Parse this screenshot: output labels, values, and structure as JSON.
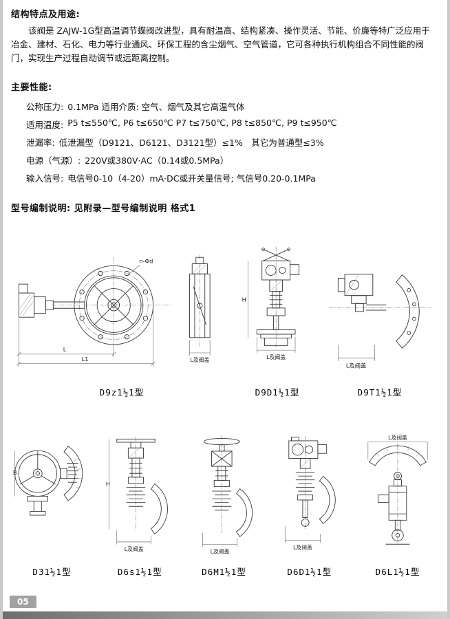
{
  "page_number": "05",
  "sections": {
    "features": {
      "title": "结构特点及用途:",
      "body": "该阀是 ZAJW-1G型高温调节蝶阀改进型，具有耐温高、结构紧凑、操作灵活、节能、价廉等特广泛应用于冶金、建材、石化、电力等行业通风、环保工程的含尘烟气、空气管道，它可各种执行机构组合不同性能的阀门，实现生产过程自动调节或远距离控制。"
    },
    "performance": {
      "title": "主要性能:",
      "specs": [
        {
          "label": "公称压力:",
          "value": "0.1MPa 适用介质: 空气、烟气及其它高温气体"
        },
        {
          "label": "适用温度:",
          "value": "P5 t≤550℃, P6 t≤650℃ P7 t≤750℃, P8 t≤850℃, P9 t≤950℃"
        },
        {
          "label": "泄漏率:",
          "value": "低泄漏型（D9121、D6121、D3121型）≤1%　其它为普通型≤3%"
        },
        {
          "label": "电源（气源）:",
          "value": "220V或380V·AC（0.14或0.5MPa）"
        },
        {
          "label": "输入信号:",
          "value": "电信号0-10（4-20）mA·DC或开关量信号; 气信号0.20-0.1MPa"
        }
      ]
    },
    "model": {
      "title": "型号编制说明: 见附录—型号编制说明 格式1"
    }
  },
  "figures": {
    "row1": [
      {
        "caption": "D9z1½1型"
      },
      {
        "caption": "D9D1½1型"
      },
      {
        "caption": "D9T1½1型"
      }
    ],
    "row2": [
      {
        "caption": "D31½1型"
      },
      {
        "caption": "D6s1½1型"
      },
      {
        "caption": "D6M1½1型"
      },
      {
        "caption": "D6D1½1型"
      },
      {
        "caption": "D6L1½1型"
      }
    ]
  },
  "labels": {
    "valve_cover": "L及阀盖",
    "bolt_note": "n-Φd"
  },
  "dims": {
    "L": "L",
    "L1": "L1",
    "H": "H",
    "B": "B"
  }
}
